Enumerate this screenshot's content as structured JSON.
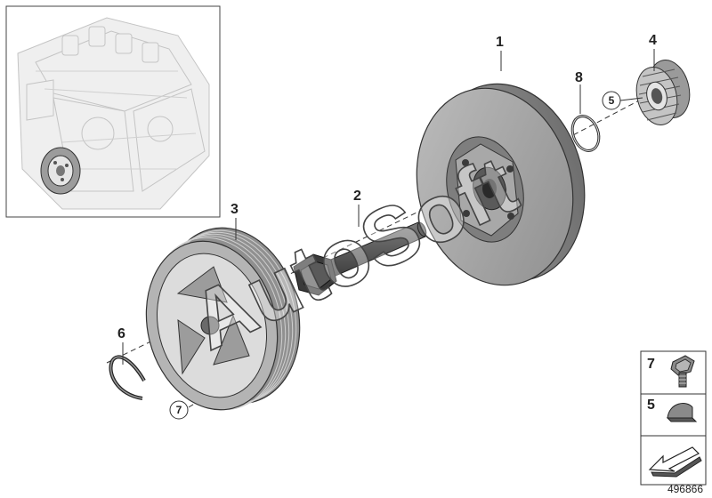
{
  "watermark": "AutoSoft",
  "diagram_number": "496866",
  "callouts": {
    "c1": "1",
    "c2": "2",
    "c3": "3",
    "c4": "4",
    "c5": "5",
    "c6": "6",
    "c7": "7",
    "c8": "8"
  },
  "circled_refs": {
    "r5": "5",
    "r7": "7"
  },
  "parts_table": [
    {
      "number": "7"
    },
    {
      "number": "5"
    }
  ]
}
